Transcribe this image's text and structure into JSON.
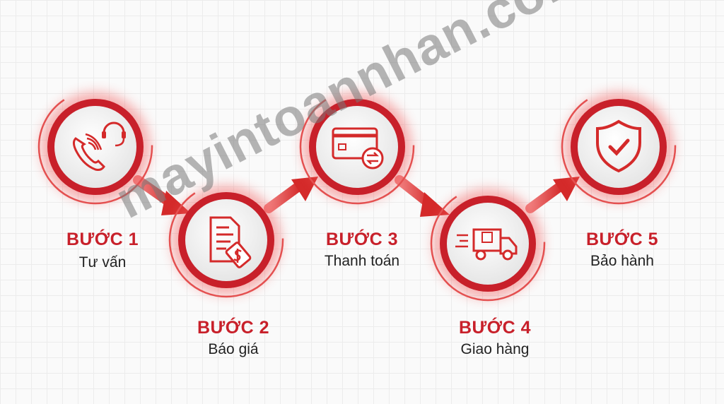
{
  "accent_color": "#d42a2a",
  "steps": [
    {
      "title": "BƯỚC 1",
      "label": "Tư vấn",
      "icon": "phone-headset-icon"
    },
    {
      "title": "BƯỚC 2",
      "label": "Báo giá",
      "icon": "quote-document-price-tag-icon"
    },
    {
      "title": "BƯỚC 3",
      "label": "Thanh toán",
      "icon": "credit-card-transfer-icon"
    },
    {
      "title": "BƯỚC 4",
      "label": "Giao hàng",
      "icon": "delivery-truck-icon"
    },
    {
      "title": "BƯỚC 5",
      "label": "Bảo hành",
      "icon": "shield-check-icon"
    }
  ],
  "watermark": "mayintoannhan.com"
}
